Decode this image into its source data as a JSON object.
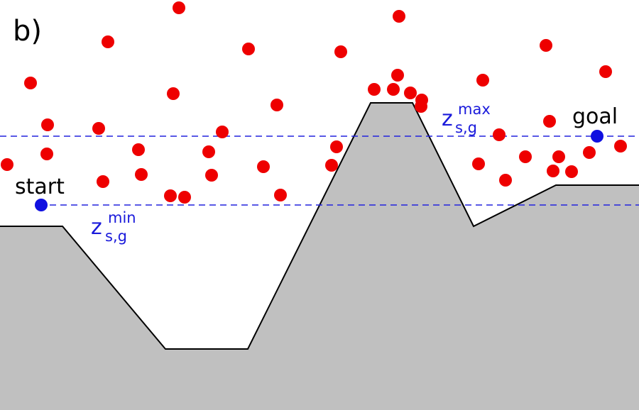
{
  "panel_label": "b)",
  "labels": {
    "start": "start",
    "goal": "goal",
    "zmax_base": "z",
    "zmax_sub": "s,g",
    "zmax_sup": "max",
    "zmin_base": "z",
    "zmin_sub": "s,g",
    "zmin_sup": "min"
  },
  "colors": {
    "terrain_fill": "#c0c0c0",
    "terrain_stroke": "#000000",
    "sample": "#ee0000",
    "endpoint": "#1010e0",
    "bound_line": "#2222dd",
    "text": "#000000",
    "bound_text": "#1a1adb"
  }
}
